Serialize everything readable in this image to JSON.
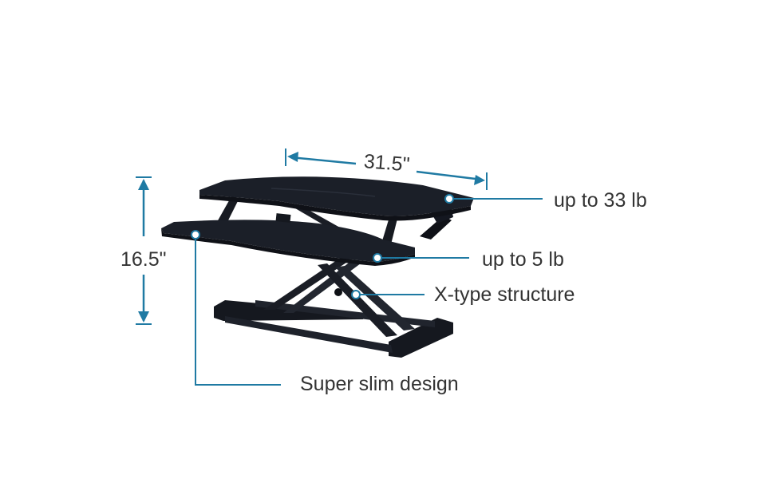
{
  "dimensions": {
    "width": "31.5\"",
    "height": "16.5\""
  },
  "callouts": {
    "top_desk": "up to 33 lb",
    "keyboard_tray": "up to 5 lb",
    "structure": "X-type structure",
    "design": "Super slim design"
  },
  "colors": {
    "accent": "#1f7aa3",
    "desk": "#1b1f28",
    "text": "#333333",
    "background": "#ffffff"
  }
}
